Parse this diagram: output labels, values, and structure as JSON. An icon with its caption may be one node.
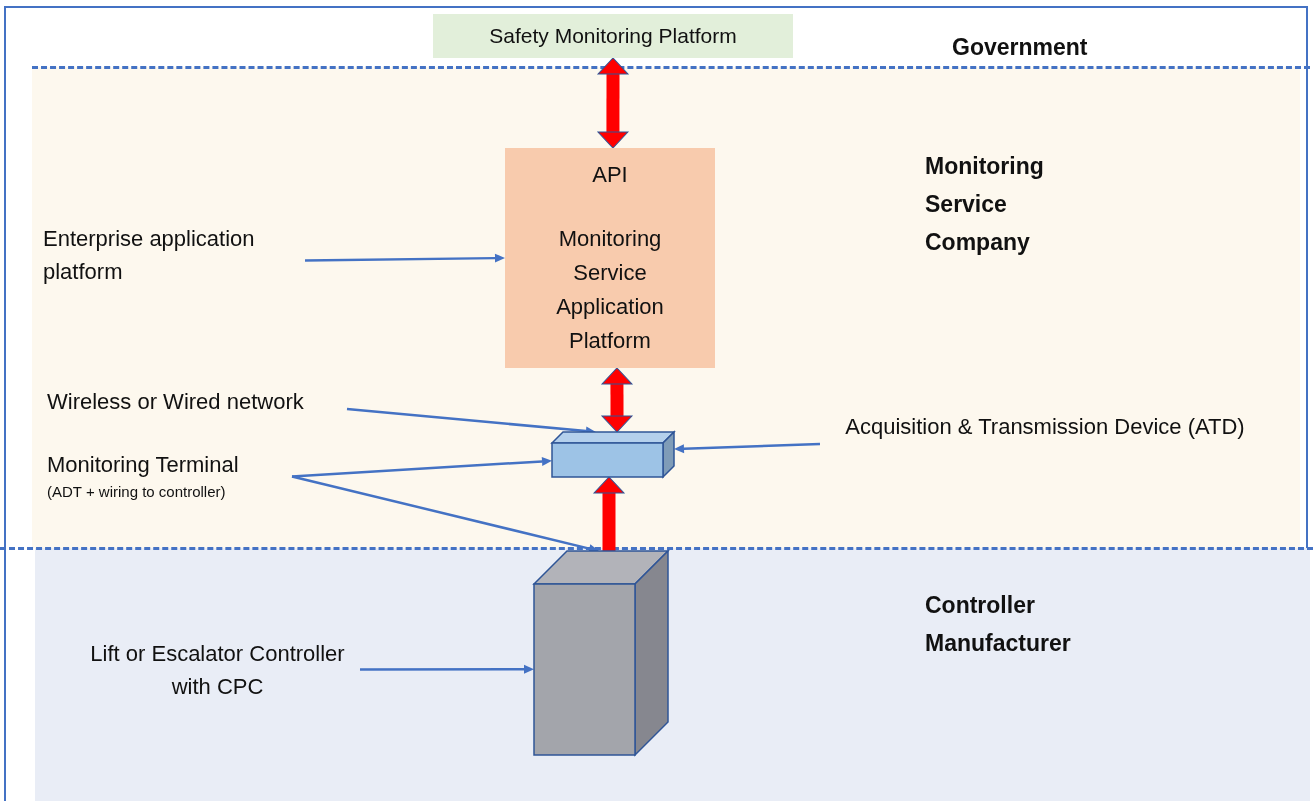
{
  "diagram": {
    "nodes": [
      {
        "text": [
          "Safety Monitoring Platform"
        ]
      },
      {
        "text": [
          "Monitoring Service Company"
        ]
      },
      {
        "text": [
          "API",
          "Monitoring Service Application Platform"
        ],
        "in": 1
      },
      {
        "text": [
          "Enterprise application platform"
        ],
        "in": 1
      },
      {
        "text": [
          "Wireless or Wired network"
        ],
        "in": 1
      },
      {
        "text": [],
        "shape": "box",
        "in": 1
      },
      {
        "text": [
          "Acquisition & Transmission Device (ATD)"
        ],
        "in": 1
      },
      {
        "text": [
          "Monitoring Terminal",
          "(ADT + wiring to controller)"
        ],
        "in": 1
      },
      {
        "text": [
          "Controller Manufacturer"
        ]
      },
      {
        "text": [],
        "shape": "box",
        "in": 8
      },
      {
        "text": [
          "Lift or Escalator Controller with CPC"
        ],
        "in": 8
      }
    ],
    "edges": [
      {
        "from": 0,
        "to": 2,
        "arrow": "both",
        "style": "thick",
        "color": "#ff0000"
      },
      {
        "from": 2,
        "to": 5,
        "arrow": "both",
        "style": "thick",
        "color": "#ff0000"
      },
      {
        "from": 9,
        "to": 5,
        "arrow": "to",
        "style": "thick",
        "color": "#ff0000"
      },
      {
        "from": 3,
        "to": 2,
        "arrow": "to"
      },
      {
        "from": 4,
        "to": 5,
        "arrow": "to"
      },
      {
        "from": 7,
        "to": 5,
        "arrow": "to"
      },
      {
        "from": 7,
        "to": 9,
        "arrow": "to"
      },
      {
        "from": 6,
        "to": 5,
        "arrow": "to"
      },
      {
        "from": 10,
        "to": 9,
        "arrow": "to"
      }
    ],
    "labels": [
      "Government"
    ]
  }
}
